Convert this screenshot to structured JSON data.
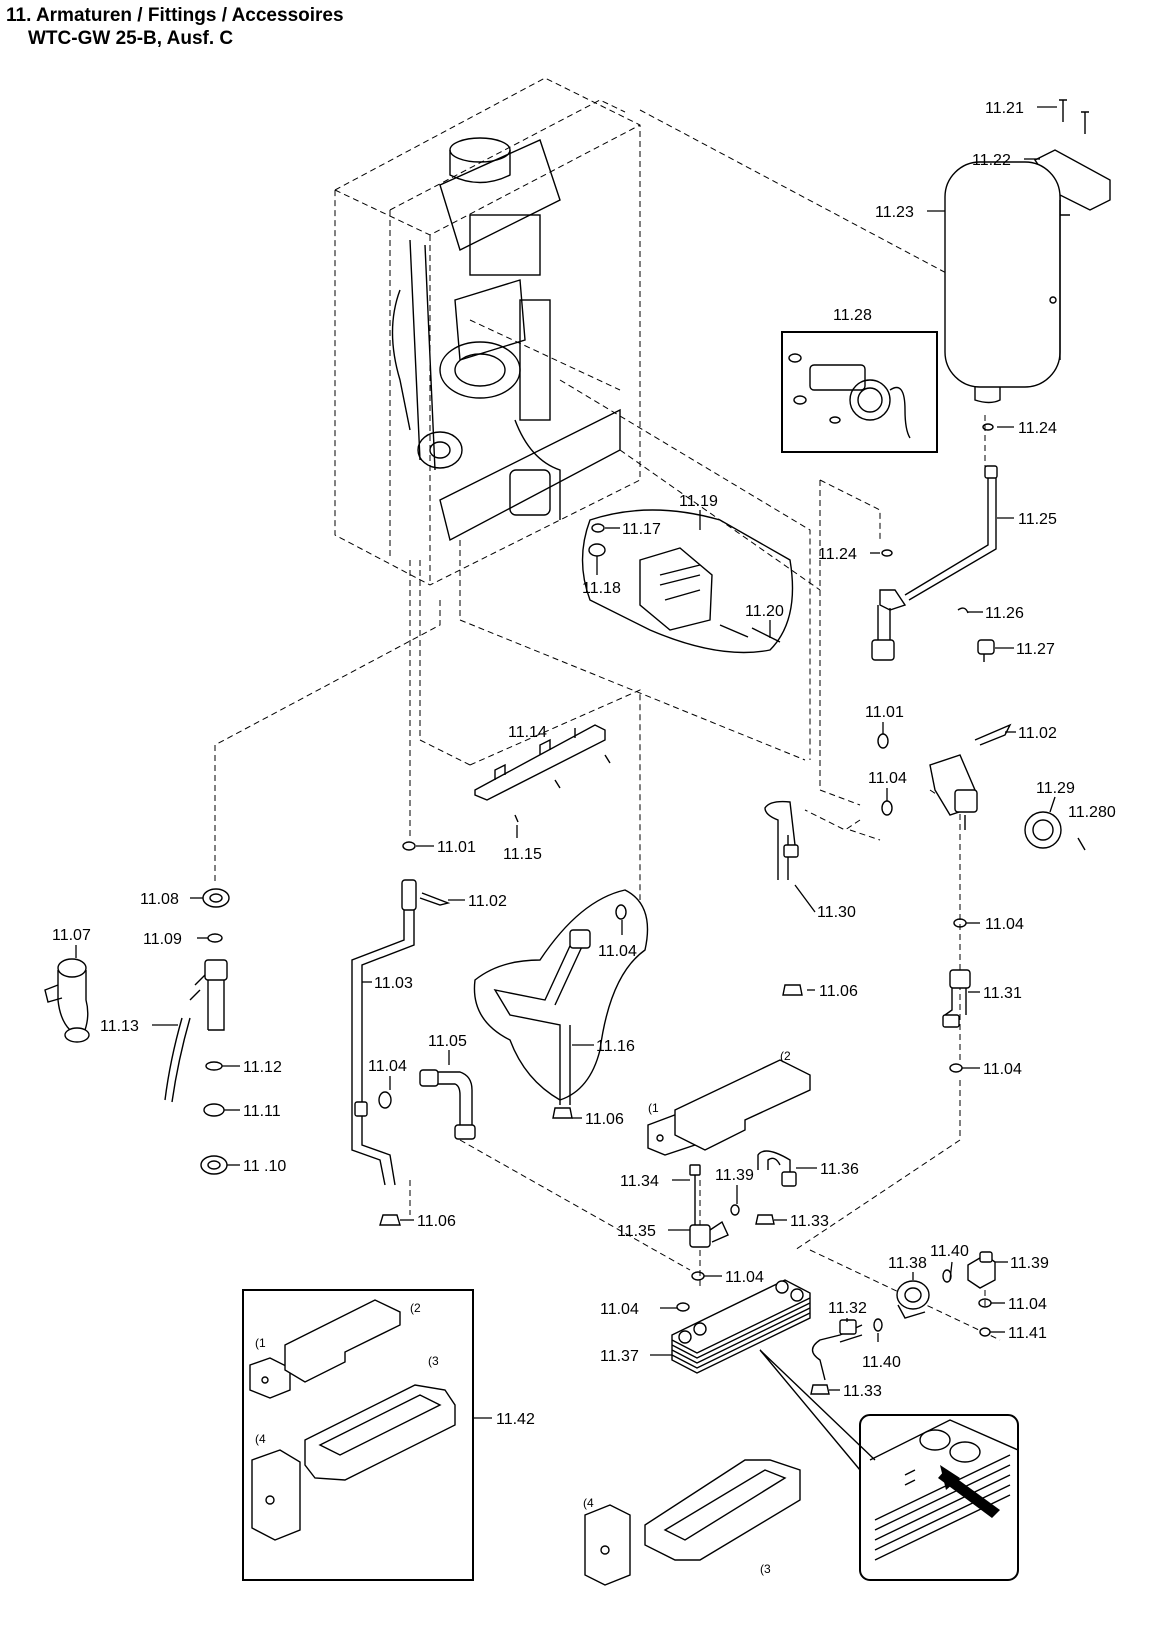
{
  "title": {
    "line1": "11. Armaturen / Fittings / Accessoires",
    "line2": "WTC-GW 25-B, Ausf. C"
  },
  "callouts": [
    {
      "id": "c1121",
      "text": "11.21"
    },
    {
      "id": "c1122",
      "text": "11.22"
    },
    {
      "id": "c1123",
      "text": "11.23"
    },
    {
      "id": "c1128",
      "text": "11.28"
    },
    {
      "id": "c1124a",
      "text": "11.24"
    },
    {
      "id": "c1125",
      "text": "11.25"
    },
    {
      "id": "c1124b",
      "text": "11.24"
    },
    {
      "id": "c1119",
      "text": "11.19"
    },
    {
      "id": "c1117",
      "text": "11.17"
    },
    {
      "id": "c1118",
      "text": "11.18"
    },
    {
      "id": "c1120",
      "text": "11.20"
    },
    {
      "id": "c1126",
      "text": "11.26"
    },
    {
      "id": "c1127",
      "text": "11.27"
    },
    {
      "id": "c1101a",
      "text": "11.01"
    },
    {
      "id": "c1102a",
      "text": "11.02"
    },
    {
      "id": "c1114",
      "text": "11.14"
    },
    {
      "id": "c1104a",
      "text": "11.04"
    },
    {
      "id": "c1129",
      "text": "11.29"
    },
    {
      "id": "c11280",
      "text": "11.280"
    },
    {
      "id": "c1101b",
      "text": "11.01"
    },
    {
      "id": "c1115",
      "text": "11.15"
    },
    {
      "id": "c1130",
      "text": "11.30"
    },
    {
      "id": "c1108",
      "text": "11.08"
    },
    {
      "id": "c1102b",
      "text": "11.02"
    },
    {
      "id": "c1107",
      "text": "11.07"
    },
    {
      "id": "c1109",
      "text": "11.09"
    },
    {
      "id": "c1104b",
      "text": "11.04"
    },
    {
      "id": "c1104c",
      "text": "11.04"
    },
    {
      "id": "c1103",
      "text": "11.03"
    },
    {
      "id": "c1106a",
      "text": "11.06"
    },
    {
      "id": "c1131",
      "text": "11.31"
    },
    {
      "id": "c1113",
      "text": "11.13"
    },
    {
      "id": "c1105",
      "text": "11.05"
    },
    {
      "id": "c1116",
      "text": "11.16"
    },
    {
      "id": "c1104d",
      "text": "11.04"
    },
    {
      "id": "c1112",
      "text": "11.12"
    },
    {
      "id": "c1104e",
      "text": "11.04"
    },
    {
      "id": "c1111",
      "text": "11.11"
    },
    {
      "id": "c1106b",
      "text": "11.06"
    },
    {
      "id": "c1110",
      "text": "11 .10"
    },
    {
      "id": "c1134",
      "text": "11.34"
    },
    {
      "id": "c1139a",
      "text": "11.39"
    },
    {
      "id": "c1136",
      "text": "11.36"
    },
    {
      "id": "c1133a",
      "text": "11.33"
    },
    {
      "id": "c1106c",
      "text": "11.06"
    },
    {
      "id": "c1135",
      "text": "11.35"
    },
    {
      "id": "c1140a",
      "text": "11.40"
    },
    {
      "id": "c1104f",
      "text": "11.04"
    },
    {
      "id": "c1138",
      "text": "11.38"
    },
    {
      "id": "c1139b",
      "text": "11.39"
    },
    {
      "id": "c1104g",
      "text": "11.04"
    },
    {
      "id": "c1132",
      "text": "11.32"
    },
    {
      "id": "c1104h",
      "text": "11.04"
    },
    {
      "id": "c1137",
      "text": "11.37"
    },
    {
      "id": "c1141",
      "text": "11.41"
    },
    {
      "id": "c1140b",
      "text": "11.40"
    },
    {
      "id": "c1133b",
      "text": "11.33"
    },
    {
      "id": "c1142",
      "text": "11.42"
    }
  ],
  "subparts": [
    {
      "id": "s1",
      "text": "(1"
    },
    {
      "id": "s2",
      "text": "(2"
    },
    {
      "id": "s3",
      "text": "(3"
    },
    {
      "id": "s4",
      "text": "(4"
    },
    {
      "id": "s1b",
      "text": "(1"
    },
    {
      "id": "s2b",
      "text": "(2"
    },
    {
      "id": "s3b",
      "text": "(3"
    },
    {
      "id": "s4b",
      "text": "(4"
    }
  ]
}
